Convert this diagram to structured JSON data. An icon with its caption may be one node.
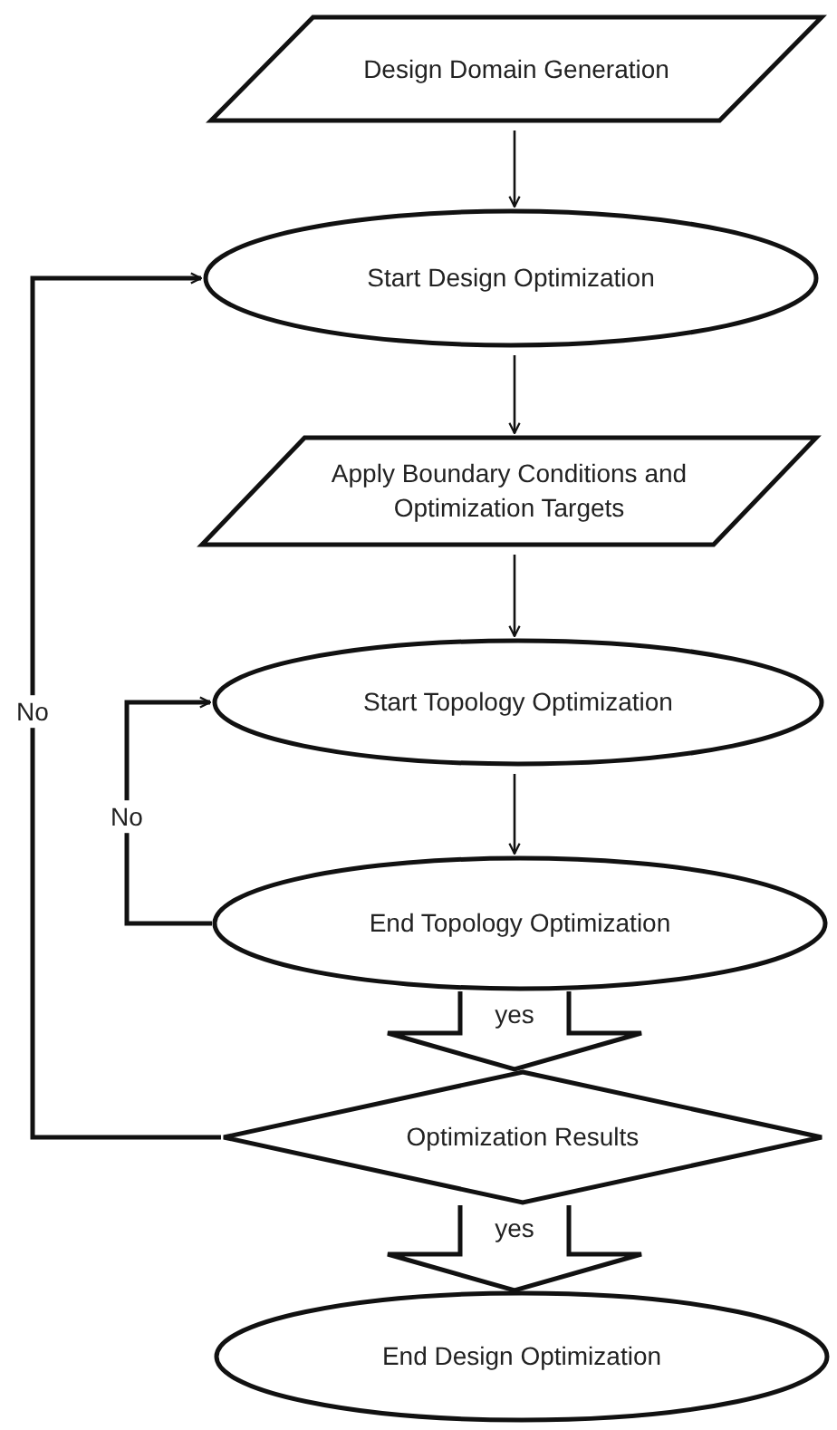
{
  "diagram": {
    "nodes": [
      {
        "text": [
          "Design Domain Generation"
        ]
      },
      {
        "text": [
          "Start Design Optimization"
        ]
      },
      {
        "text": [
          "Apply Boundary Conditions and Optimization Targets"
        ]
      },
      {
        "text": [
          "Start Topology Optimization"
        ]
      },
      {
        "text": [
          "End Topology Optimization"
        ]
      },
      {
        "text": [
          "Optimization Results"
        ]
      },
      {
        "text": [
          "End Design Optimization"
        ]
      }
    ],
    "edges": [
      {
        "from": 0,
        "to": 1,
        "arrow": "to"
      },
      {
        "from": 1,
        "to": 2,
        "arrow": "to"
      },
      {
        "from": 2,
        "to": 3,
        "arrow": "to"
      },
      {
        "from": 3,
        "to": 4,
        "arrow": "to"
      },
      {
        "from": 4,
        "to": 3,
        "arrow": "to",
        "label": "No"
      },
      {
        "from": 4,
        "to": 5,
        "arrow": "to",
        "label": "yes",
        "style": "thick"
      },
      {
        "from": 5,
        "to": 1,
        "arrow": "to",
        "label": "No"
      },
      {
        "from": 5,
        "to": 6,
        "arrow": "to",
        "label": "yes",
        "style": "thick"
      }
    ]
  }
}
